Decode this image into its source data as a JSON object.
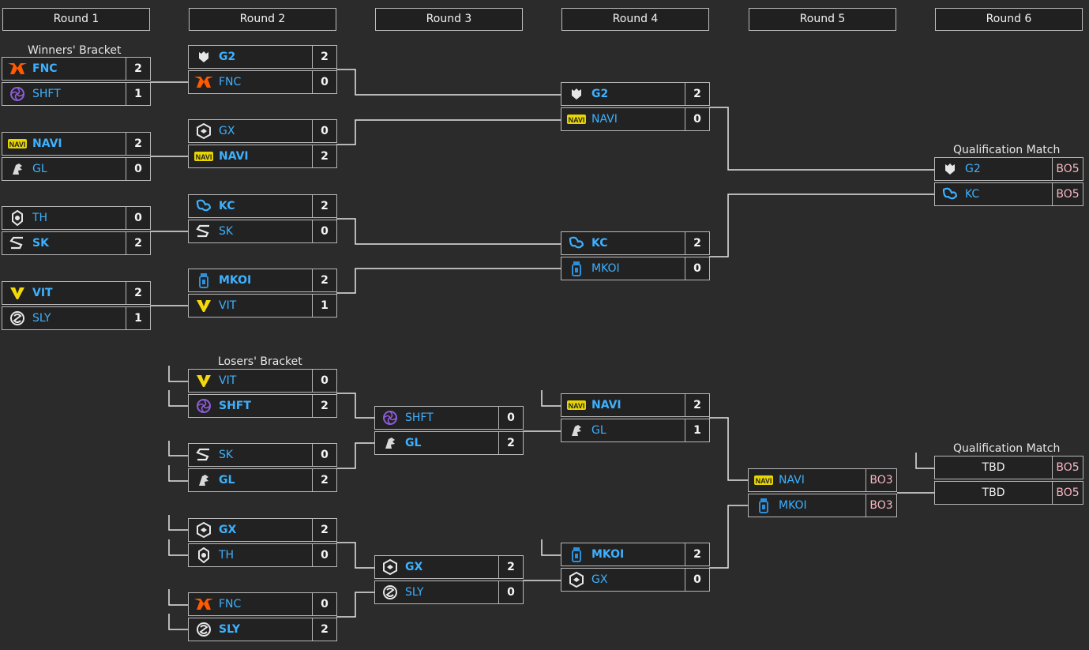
{
  "rounds": [
    "Round 1",
    "Round 2",
    "Round 3",
    "Round 4",
    "Round 5",
    "Round 6"
  ],
  "labels": {
    "winners": "Winners' Bracket",
    "losers": "Losers' Bracket",
    "qual_top": "Qualification Match",
    "qual_bottom": "Qualification Match"
  },
  "matches": {
    "r1m1": {
      "top": {
        "team": "FNC",
        "score": "2",
        "win": true,
        "logo": "fnc-logo"
      },
      "bottom": {
        "team": "SHFT",
        "score": "1",
        "win": false,
        "logo": "shft-logo"
      }
    },
    "r1m2": {
      "top": {
        "team": "NAVI",
        "score": "2",
        "win": true,
        "logo": "navi-logo"
      },
      "bottom": {
        "team": "GL",
        "score": "0",
        "win": false,
        "logo": "gl-logo"
      }
    },
    "r1m3": {
      "top": {
        "team": "TH",
        "score": "0",
        "win": false,
        "logo": "th-logo"
      },
      "bottom": {
        "team": "SK",
        "score": "2",
        "win": true,
        "logo": "sk-logo"
      }
    },
    "r1m4": {
      "top": {
        "team": "VIT",
        "score": "2",
        "win": true,
        "logo": "vit-logo"
      },
      "bottom": {
        "team": "SLY",
        "score": "1",
        "win": false,
        "logo": "sly-logo"
      }
    },
    "r2m1": {
      "top": {
        "team": "G2",
        "score": "2",
        "win": true,
        "logo": "g2-logo"
      },
      "bottom": {
        "team": "FNC",
        "score": "0",
        "win": false,
        "logo": "fnc-logo"
      }
    },
    "r2m2": {
      "top": {
        "team": "GX",
        "score": "0",
        "win": false,
        "logo": "gx-logo"
      },
      "bottom": {
        "team": "NAVI",
        "score": "2",
        "win": true,
        "logo": "navi-logo"
      }
    },
    "r2m3": {
      "top": {
        "team": "KC",
        "score": "2",
        "win": true,
        "logo": "kc-logo"
      },
      "bottom": {
        "team": "SK",
        "score": "0",
        "win": false,
        "logo": "sk-logo"
      }
    },
    "r2m4": {
      "top": {
        "team": "MKOI",
        "score": "2",
        "win": true,
        "logo": "mkoi-logo"
      },
      "bottom": {
        "team": "VIT",
        "score": "1",
        "win": false,
        "logo": "vit-logo"
      }
    },
    "r4m1": {
      "top": {
        "team": "G2",
        "score": "2",
        "win": true,
        "logo": "g2-logo"
      },
      "bottom": {
        "team": "NAVI",
        "score": "0",
        "win": false,
        "logo": "navi-logo"
      }
    },
    "r4m2": {
      "top": {
        "team": "KC",
        "score": "2",
        "win": true,
        "logo": "kc-logo"
      },
      "bottom": {
        "team": "MKOI",
        "score": "0",
        "win": false,
        "logo": "mkoi-logo"
      }
    },
    "r6m1": {
      "top": {
        "team": "G2",
        "score": "BO5",
        "win": false,
        "logo": "g2-logo"
      },
      "bottom": {
        "team": "KC",
        "score": "BO5",
        "win": false,
        "logo": "kc-logo"
      }
    },
    "l2m1": {
      "top": {
        "team": "VIT",
        "score": "0",
        "win": false,
        "logo": "vit-logo"
      },
      "bottom": {
        "team": "SHFT",
        "score": "2",
        "win": true,
        "logo": "shft-logo"
      }
    },
    "l2m2": {
      "top": {
        "team": "SK",
        "score": "0",
        "win": false,
        "logo": "sk-logo"
      },
      "bottom": {
        "team": "GL",
        "score": "2",
        "win": true,
        "logo": "gl-logo"
      }
    },
    "l2m3": {
      "top": {
        "team": "GX",
        "score": "2",
        "win": true,
        "logo": "gx-logo"
      },
      "bottom": {
        "team": "TH",
        "score": "0",
        "win": false,
        "logo": "th-logo"
      }
    },
    "l2m4": {
      "top": {
        "team": "FNC",
        "score": "0",
        "win": false,
        "logo": "fnc-logo"
      },
      "bottom": {
        "team": "SLY",
        "score": "2",
        "win": true,
        "logo": "sly-logo"
      }
    },
    "l3m1": {
      "top": {
        "team": "SHFT",
        "score": "0",
        "win": false,
        "logo": "shft-logo"
      },
      "bottom": {
        "team": "GL",
        "score": "2",
        "win": true,
        "logo": "gl-logo"
      }
    },
    "l3m2": {
      "top": {
        "team": "GX",
        "score": "2",
        "win": true,
        "logo": "gx-logo"
      },
      "bottom": {
        "team": "SLY",
        "score": "0",
        "win": false,
        "logo": "sly-logo"
      }
    },
    "l4m1": {
      "top": {
        "team": "NAVI",
        "score": "2",
        "win": true,
        "logo": "navi-logo"
      },
      "bottom": {
        "team": "GL",
        "score": "1",
        "win": false,
        "logo": "gl-logo"
      }
    },
    "l4m2": {
      "top": {
        "team": "MKOI",
        "score": "2",
        "win": true,
        "logo": "mkoi-logo"
      },
      "bottom": {
        "team": "GX",
        "score": "0",
        "win": false,
        "logo": "gx-logo"
      }
    },
    "l5m1": {
      "top": {
        "team": "NAVI",
        "score": "BO3",
        "win": false,
        "logo": "navi-logo"
      },
      "bottom": {
        "team": "MKOI",
        "score": "BO3",
        "win": false,
        "logo": "mkoi-logo"
      }
    },
    "l6m1": {
      "top": {
        "team": "TBD",
        "score": "BO5",
        "win": false,
        "logo": ""
      },
      "bottom": {
        "team": "TBD",
        "score": "BO5",
        "win": false,
        "logo": ""
      }
    }
  },
  "colors": {
    "background": "#2b2b2b",
    "team_link": "#3db1ff",
    "format_text": "#f7b8c3",
    "border": "#b8b8b8"
  }
}
